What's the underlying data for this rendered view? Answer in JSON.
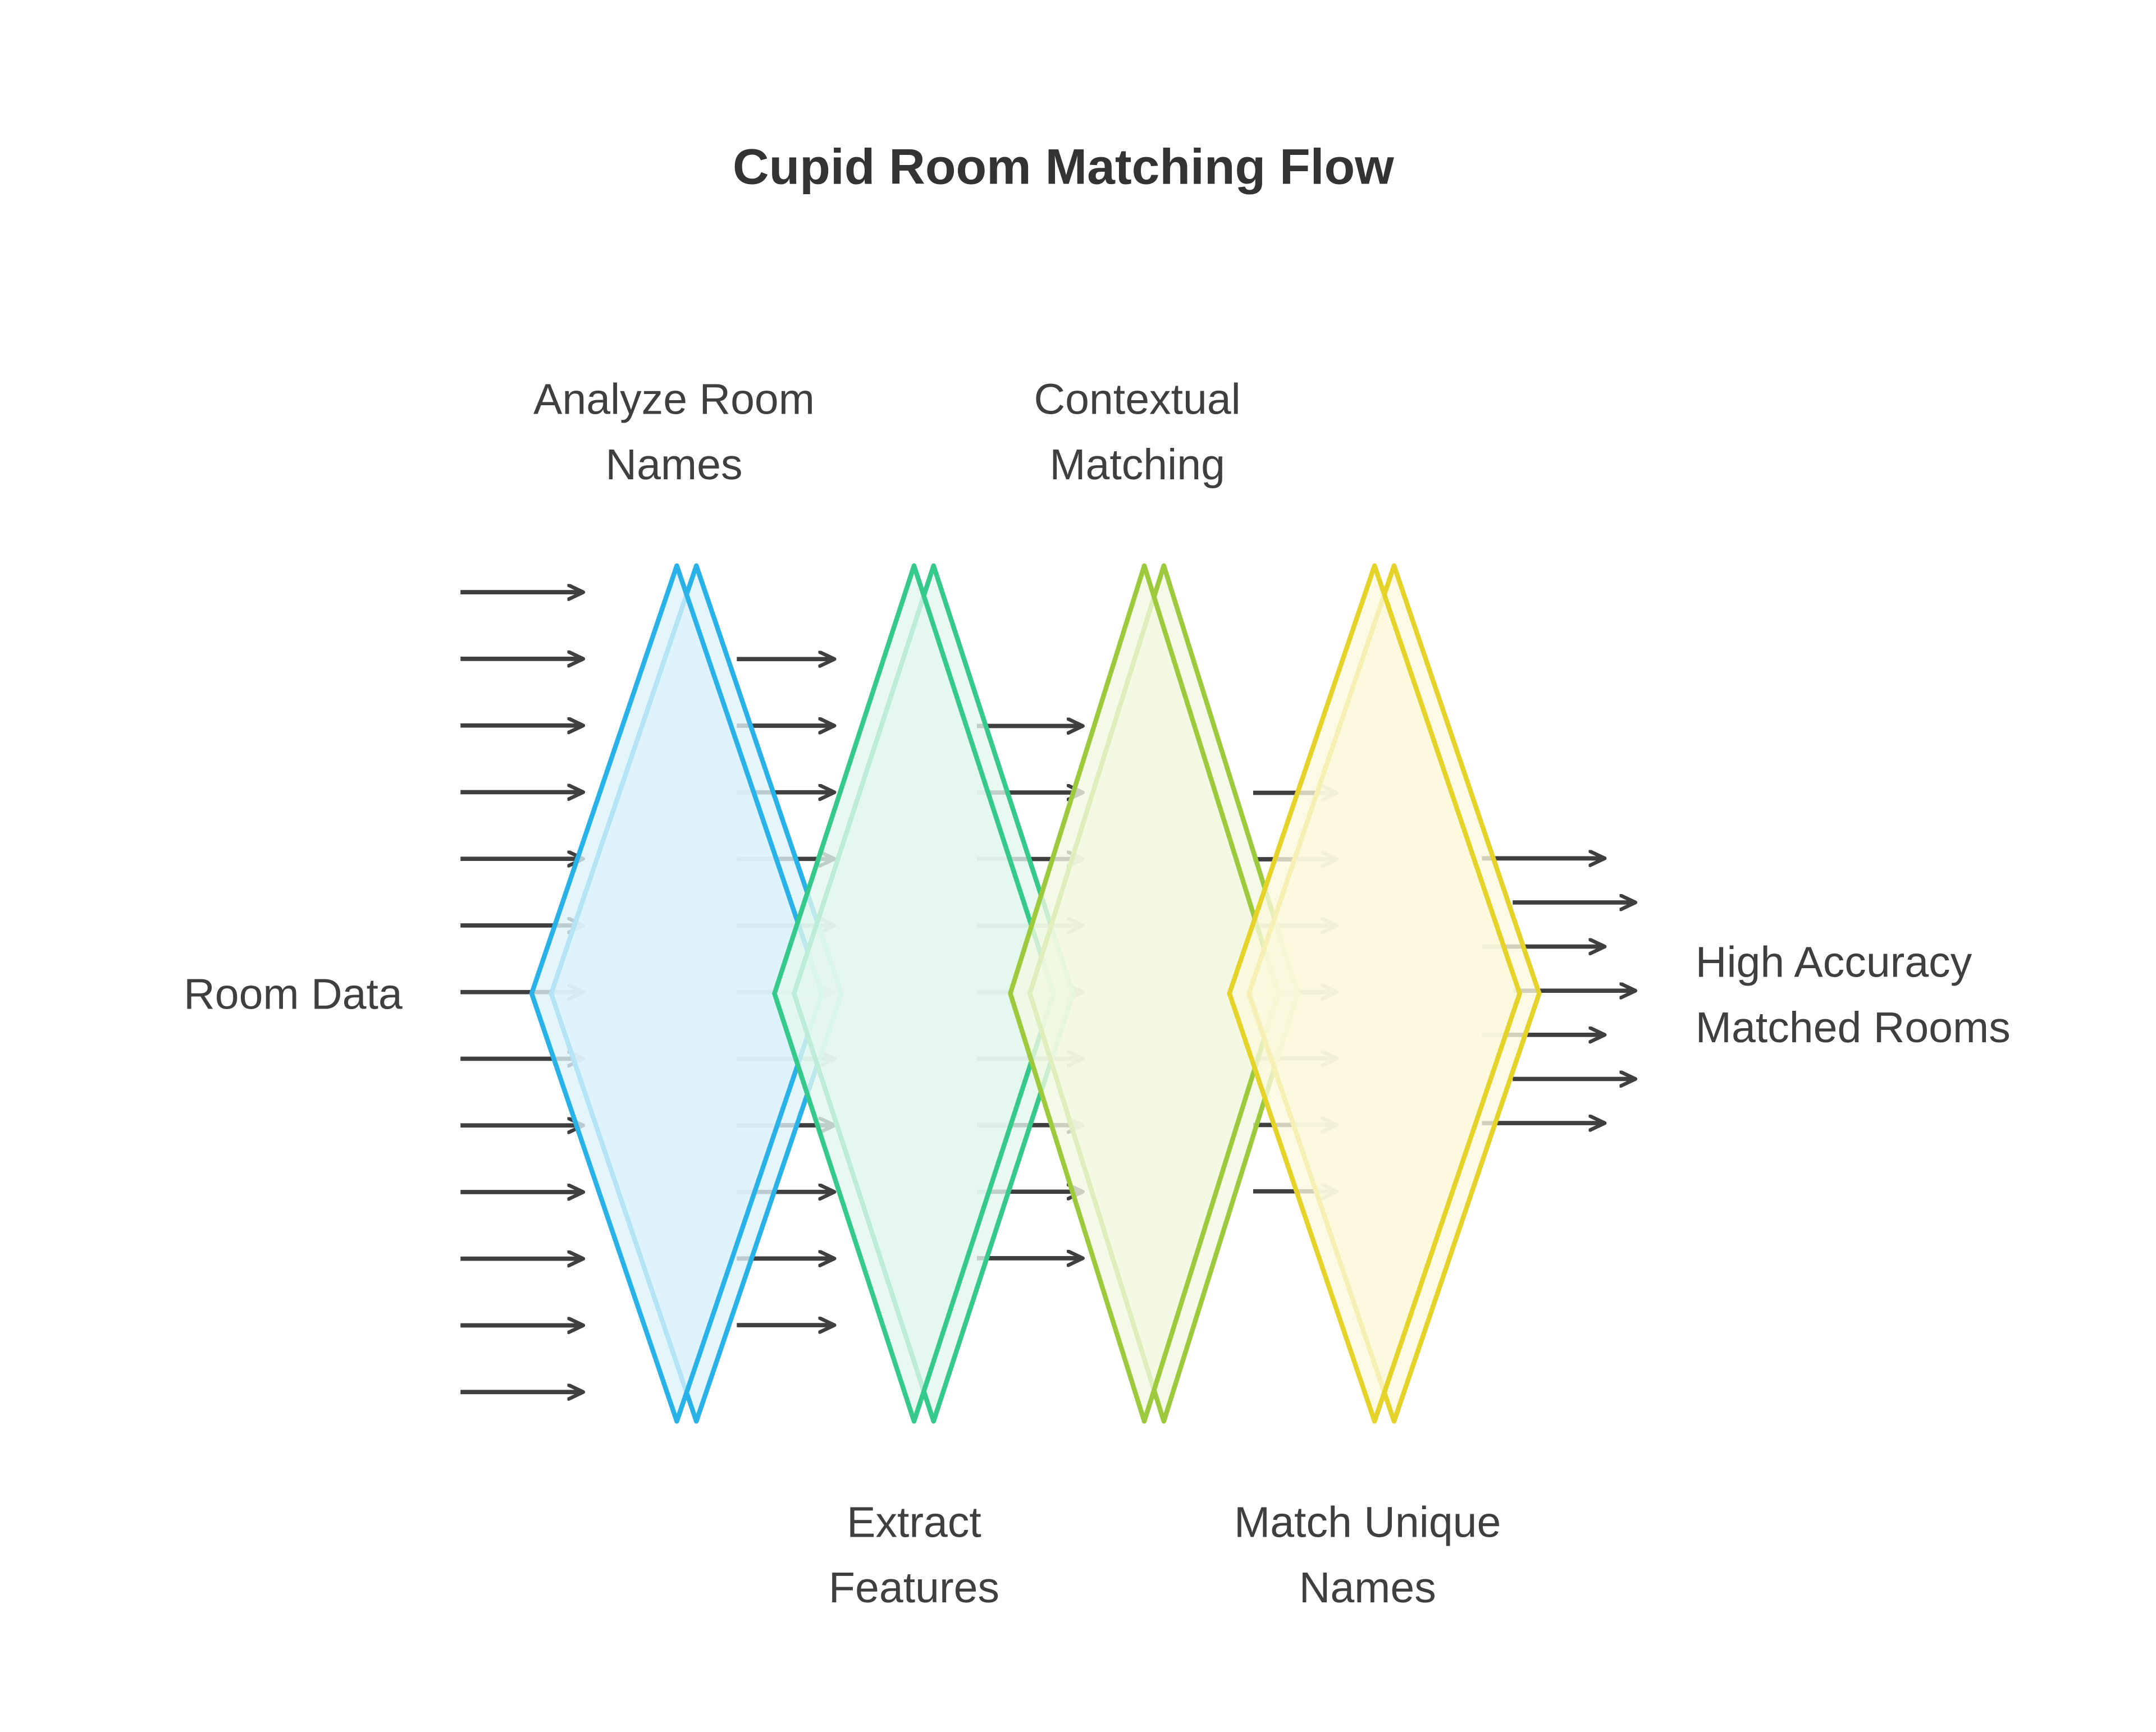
{
  "title": "Cupid Room Matching Flow",
  "input_label": "Room Data",
  "output_label_lines": [
    "High Accuracy",
    "Matched Rooms"
  ],
  "colors": {
    "arrow": "#3f3f3f",
    "text": "#3f3f3f",
    "title": "#333333",
    "background": "#ffffff"
  },
  "layers": [
    {
      "id": "analyze-room-names",
      "label_lines": [
        "Analyze Room",
        "Names"
      ],
      "label_position": "top",
      "stroke": "#29b2e8",
      "fill": "#def2fb"
    },
    {
      "id": "extract-features",
      "label_lines": [
        "Extract",
        "Features"
      ],
      "label_position": "bottom",
      "stroke": "#36c98c",
      "fill": "#e3f7ee"
    },
    {
      "id": "contextual-matching",
      "label_lines": [
        "Contextual",
        "Matching"
      ],
      "label_position": "top",
      "stroke": "#9dc93c",
      "fill": "#f2f8e2"
    },
    {
      "id": "match-unique-names",
      "label_lines": [
        "Match Unique",
        "Names"
      ],
      "label_position": "bottom",
      "stroke": "#e5d32a",
      "fill": "#fbf8dd"
    }
  ],
  "arrow_groups": [
    {
      "name": "input-arrows",
      "count": 13
    },
    {
      "name": "stage1-arrows",
      "count": 11
    },
    {
      "name": "stage2-arrows",
      "count": 9
    },
    {
      "name": "stage3-arrows",
      "count": 7
    },
    {
      "name": "output-arrows",
      "count": 7
    }
  ]
}
